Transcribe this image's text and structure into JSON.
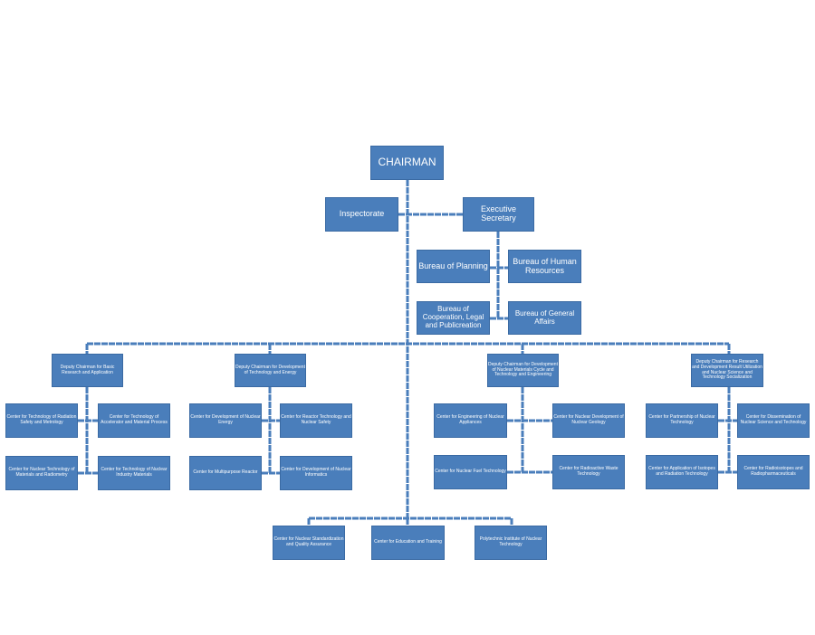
{
  "chairman": "CHAIRMAN",
  "inspectorate": "Inspectorate",
  "executive_secretary": "Executive Secretary",
  "bureaus": {
    "planning": "Bureau of Planning",
    "human_resources": "Bureau of Human Resources",
    "cooperation": "Bureau of Cooperation, Legal and Publicreation",
    "general_affairs": "Bureau of General Affairs"
  },
  "deputies": [
    {
      "title": "Deputy Chairman for Basic Research and Application",
      "centers": [
        "Center for Technology of Radiation Safety and Metrology",
        "Center for Technology of Accelerator and Material Process",
        "Center for Nuclear Technology of Materials and Radiometry",
        "Center for Technology of Nuclear Industry Materials"
      ]
    },
    {
      "title": "Deputy Chairman for Development of Technology and Energy",
      "centers": [
        "Center for Development of Nuclear Energy",
        "Center for Reactor Technology and Nuclear Safety",
        "Center for Multipurpose Reactor",
        "Center for Development of Nuclear Informatics"
      ]
    },
    {
      "title": "Deputy Chairman for Development of Nuclear Materials Cycle and Technology and Engineering",
      "centers": [
        "Center for Engineering of Nuclear Appliances",
        "Center for Nuclear Development of Nuclear Geology",
        "Center for Nuclear Fuel Technology",
        "Center for Radioactive Waste Technology"
      ]
    },
    {
      "title": "Deputy Chairman for Research and Development Result Utilization and Nuclear Science and Technology Socialization",
      "centers": [
        "Center for Partnership of Nuclear Technology",
        "Center for Dissemination of Nuclear Science and Technology",
        "Center for Application of Isotopes and Radiation Technology",
        "Center for Radioisotopes and Radiopharmaceuticals"
      ]
    }
  ],
  "bottom_centers": [
    "Center for Nuclear Standardization and Quality Assurance",
    "Center for Education and Training",
    "Polytechnic Institute of Nuclear Technology"
  ],
  "colors": {
    "box_fill": "#4a7ebb",
    "box_border": "#3a6aa3",
    "connector": "#4a7ebb",
    "text": "#ffffff"
  }
}
